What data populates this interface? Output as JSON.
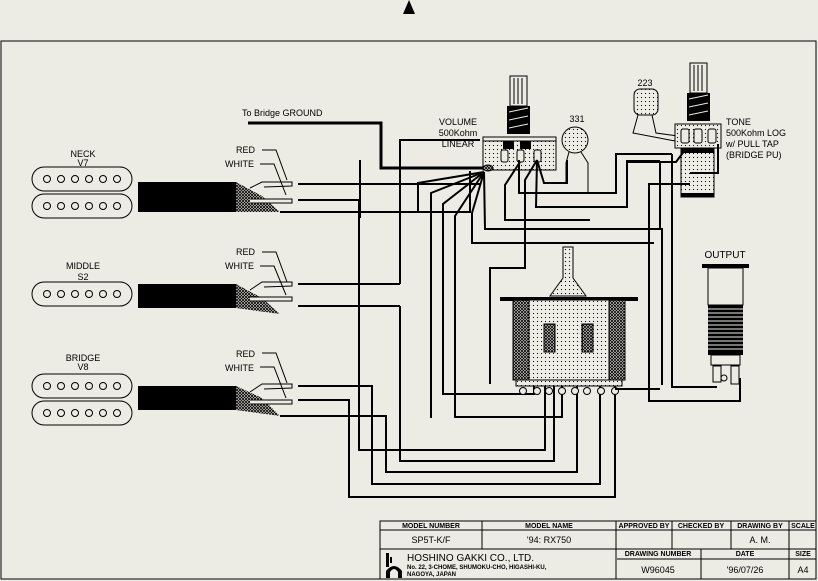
{
  "top_marker": "north-arrow-icon",
  "ground_label": "To Bridge GROUND",
  "pickups": [
    {
      "name": "NECK",
      "model": "V7",
      "type": "humbucker",
      "wires": [
        "RED",
        "WHITE"
      ]
    },
    {
      "name": "MIDDLE",
      "model": "S2",
      "type": "single-coil",
      "wires": [
        "RED",
        "WHITE"
      ]
    },
    {
      "name": "BRIDGE",
      "model": "V8",
      "type": "humbucker",
      "wires": [
        "RED",
        "WHITE"
      ]
    }
  ],
  "volume_pot": {
    "line1": "VOLUME",
    "line2": "500Kohm",
    "line3": "LINEAR"
  },
  "cap_331": "331",
  "cap_223": "223",
  "tone_pot": {
    "line1": "TONE",
    "line2": "500Kohm LOG",
    "line3": "w/ PULL TAP",
    "line4": "(BRIDGE PU)"
  },
  "output_label": "OUTPUT",
  "title_block": {
    "headers": {
      "model_number": "MODEL NUMBER",
      "model_name": "MODEL NAME",
      "approved_by": "APPROVED BY",
      "checked_by": "CHECKED BY",
      "drawing_by": "DRAWING BY",
      "scale": "SCALE",
      "drawing_number": "DRAWING NUMBER",
      "date": "DATE",
      "size": "SIZE"
    },
    "values": {
      "model_number": "SP5T-K/F",
      "model_name": "'94: RX750",
      "approved_by": "",
      "checked_by": "",
      "drawing_by": "A. M.",
      "scale": "",
      "drawing_number": "W96045",
      "date": "'96/07/26",
      "size": "A4"
    },
    "company": {
      "name": "HOSHINO GAKKI CO., LTD.",
      "address1": "No. 22, 3-CHOME, SHUMOKU-CHO, HIGASHI-KU,",
      "address2": "NAGOYA, JAPAN"
    }
  }
}
